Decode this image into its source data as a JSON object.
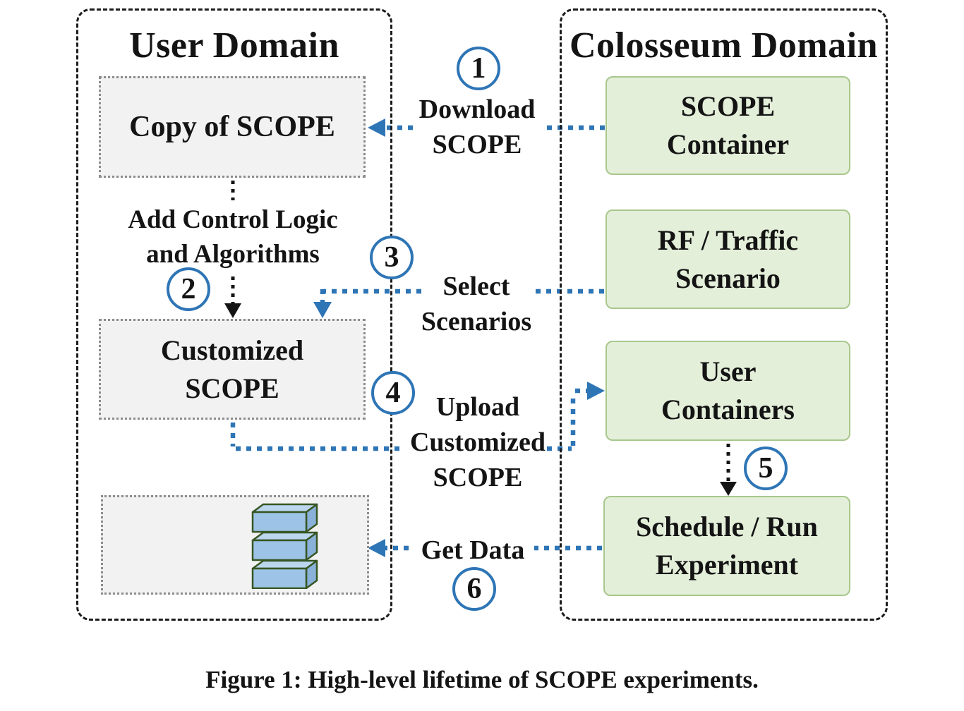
{
  "caption": "Figure 1: High-level lifetime of SCOPE experiments.",
  "domains": {
    "user": {
      "title": "User Domain"
    },
    "colosseum": {
      "title": "Colosseum Domain"
    }
  },
  "nodes": {
    "copy_of_scope": {
      "label": "Copy of SCOPE"
    },
    "customized_scope": {
      "line1": "Customized",
      "line2": "SCOPE"
    },
    "data_store": {
      "icon": "database-stack-icon"
    },
    "scope_container": {
      "line1": "SCOPE",
      "line2": "Container"
    },
    "rf_traffic_scenario": {
      "line1": "RF / Traffic",
      "line2": "Scenario"
    },
    "user_containers": {
      "line1": "User",
      "line2": "Containers"
    },
    "schedule_run_experiment": {
      "line1": "Schedule / Run",
      "line2": "Experiment"
    }
  },
  "steps": {
    "s1": {
      "number": "1",
      "line1": "Download",
      "line2": "SCOPE"
    },
    "s2": {
      "number": "2",
      "line1": "Add Control Logic",
      "line2": "and Algorithms"
    },
    "s3": {
      "number": "3",
      "line1": "Select",
      "line2": "Scenarios"
    },
    "s4": {
      "number": "4",
      "line1": "Upload",
      "line2": "Customized",
      "line3": "SCOPE"
    },
    "s5": {
      "number": "5"
    },
    "s6": {
      "number": "6",
      "line1": "Get Data"
    }
  },
  "colors": {
    "accent_blue": "#2e75b6",
    "green_fill": "#e4efda",
    "green_border": "#a8c78c",
    "gray_fill": "#f2f2f2",
    "gray_border": "#8c8c8c",
    "icon_fill": "#9dc3e6",
    "icon_stroke": "#375623",
    "line_black": "#141414"
  }
}
